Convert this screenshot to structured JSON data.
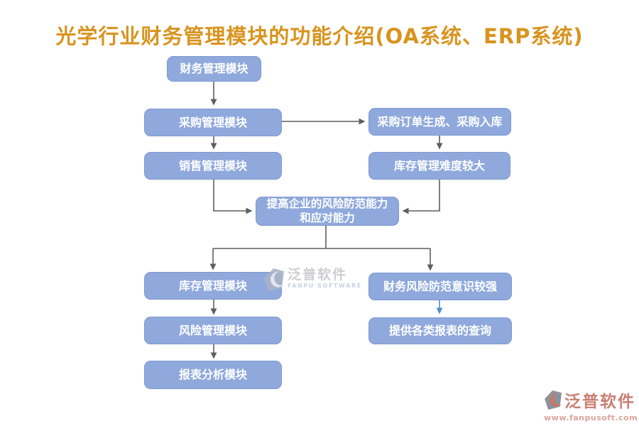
{
  "title": "光学行业财务管理模块的功能介绍(OA系统、ERP系统)",
  "nodes": {
    "finance_module": "财务管理模块",
    "purchase_module": "采购管理模块",
    "purchase_order": "采购订单生成、采购入库",
    "sales_module": "销售管理模块",
    "inventory_difficulty": "库存管理难度较大",
    "risk_line1": "提高企业的风险防范能力",
    "risk_line2": "和应对能力",
    "inventory_module": "库存管理模块",
    "finance_risk_awareness": "财务风险防范意识较强",
    "risk_module": "风险管理模块",
    "reports_query": "提供各类报表的查询",
    "report_analysis_module": "报表分析模块"
  },
  "watermark": {
    "brand": "泛普软件",
    "brand_en": "FANPU SOFTWARE"
  },
  "footer": {
    "brand": "泛普软件",
    "url": "www.fanpusoft.com"
  },
  "colors": {
    "title_orange": "#D8941F",
    "node_fill": "#8FA9DC",
    "node_border": "#7D98D0",
    "node_text": "#FFFFFF",
    "connector_gray": "#5E5E5E",
    "connector_blue": "#4A90C9",
    "watermark_gray": "#C9C9CC",
    "footer_red": "#C97F73",
    "footer_url_pink": "#DBA39A"
  }
}
